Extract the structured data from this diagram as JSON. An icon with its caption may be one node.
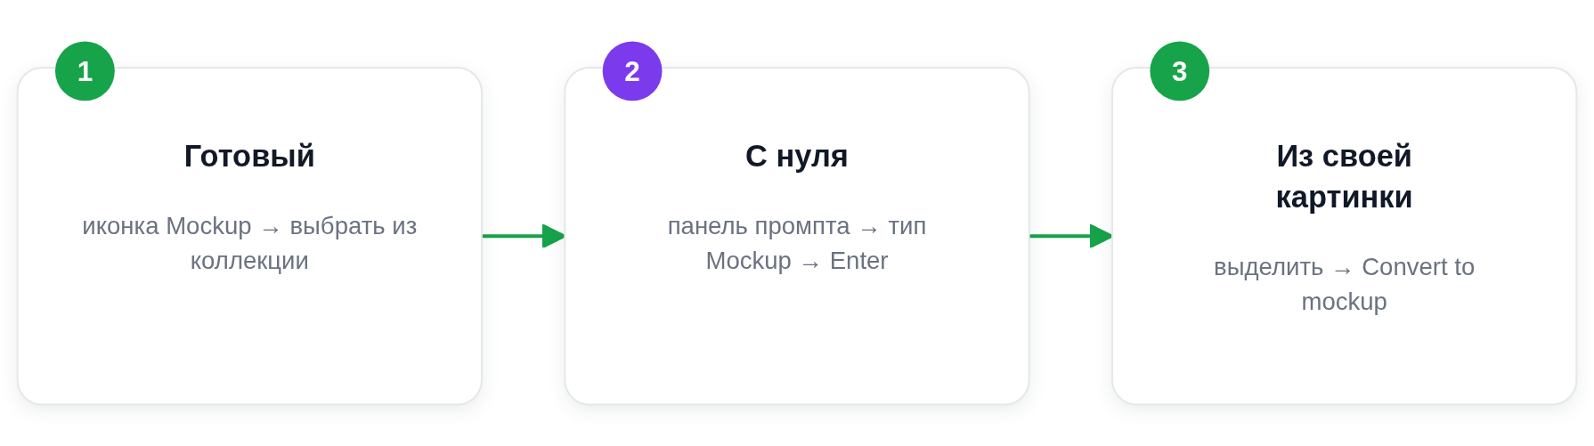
{
  "diagram": {
    "nodes": [
      {
        "text": [
          "1",
          "Готовый",
          "иконка Mockup → выбрать из коллекции"
        ]
      },
      {
        "text": [
          "2",
          "С нуля",
          "панель промпта → тип Mockup → Enter"
        ]
      },
      {
        "text": [
          "3",
          "Из своей картинки",
          "выделить → Convert to mockup"
        ]
      }
    ],
    "edges": [
      {
        "from": 0,
        "to": 1,
        "arrow": "to"
      },
      {
        "from": 1,
        "to": 2,
        "arrow": "to"
      }
    ]
  }
}
